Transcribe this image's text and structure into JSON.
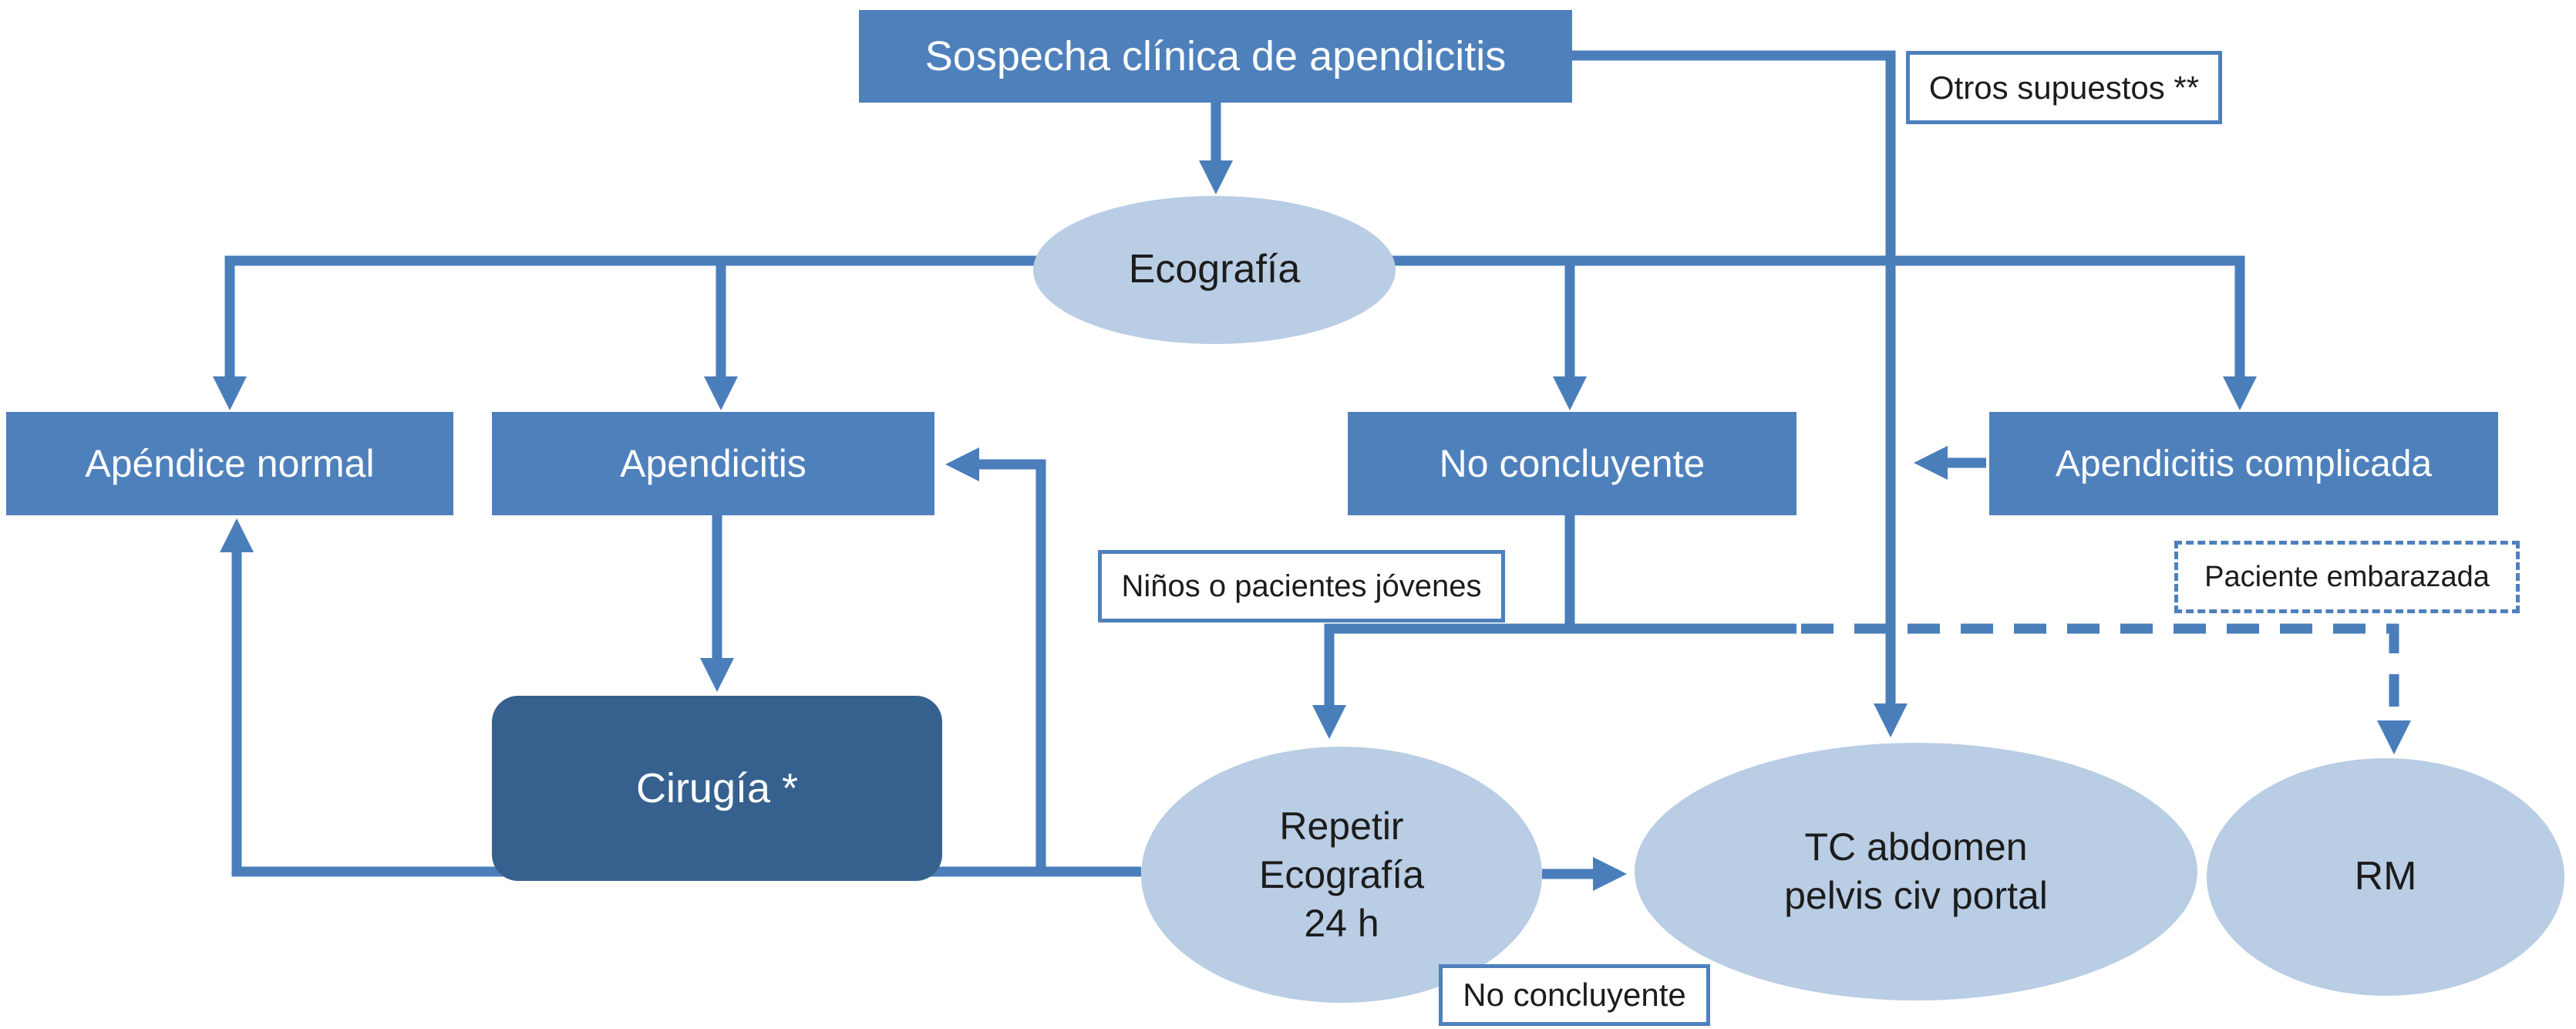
{
  "colors": {
    "node_blue": "#4e80bc",
    "node_dark_blue": "#36618e",
    "ellipse_blue": "#b9cde4",
    "line_blue": "#4a7ebb",
    "label_border": "#4e80bc",
    "text_light": "#ffffff",
    "text_dark": "#1c1c1c",
    "background": "#ffffff"
  },
  "nodes": {
    "sospecha": {
      "label": "Sospecha clínica de apendicitis"
    },
    "otros_supuestos": {
      "label": "Otros supuestos **"
    },
    "ecografia": {
      "label": "Ecografía"
    },
    "apendice_normal": {
      "label": "Apéndice normal"
    },
    "apendicitis": {
      "label": "Apendicitis"
    },
    "no_concluyente": {
      "label": "No concluyente"
    },
    "apendicitis_complicada": {
      "label": "Apendicitis complicada"
    },
    "cirugia": {
      "label": "Cirugía *"
    },
    "ninos_jovenes": {
      "label": "Niños o pacientes jóvenes"
    },
    "paciente_embarazada": {
      "label": "Paciente embarazada"
    },
    "repetir_ecografia": {
      "label": "Repetir\nEcografía\n24 h"
    },
    "tc_abdomen": {
      "label": "TC abdomen\npelvis civ portal"
    },
    "rm": {
      "label": "RM"
    },
    "no_concluyente_2": {
      "label": "No concluyente"
    }
  },
  "edges": [
    {
      "from": "sospecha",
      "to": "ecografia",
      "style": "solid"
    },
    {
      "from": "sospecha",
      "to": "tc_abdomen",
      "style": "solid",
      "via": "otros_supuestos"
    },
    {
      "from": "ecografia",
      "to": "apendice_normal",
      "style": "solid"
    },
    {
      "from": "ecografia",
      "to": "apendicitis",
      "style": "solid"
    },
    {
      "from": "ecografia",
      "to": "no_concluyente",
      "style": "solid"
    },
    {
      "from": "ecografia",
      "to": "apendicitis_complicada",
      "style": "solid"
    },
    {
      "from": "apendicitis",
      "to": "cirugia",
      "style": "solid"
    },
    {
      "from": "no_concluyente",
      "to": "repetir_ecografia",
      "style": "solid",
      "via": "ninos_jovenes"
    },
    {
      "from": "no_concluyente",
      "to": "rm",
      "style": "dashed",
      "via": "paciente_embarazada"
    },
    {
      "from": "apendicitis_complicada",
      "to": "tc_abdomen",
      "style": "solid"
    },
    {
      "from": "repetir_ecografia",
      "to": "apendice_normal",
      "style": "solid"
    },
    {
      "from": "repetir_ecografia",
      "to": "apendicitis",
      "style": "solid"
    },
    {
      "from": "repetir_ecografia",
      "to": "tc_abdomen",
      "style": "solid",
      "via": "no_concluyente_2"
    }
  ]
}
